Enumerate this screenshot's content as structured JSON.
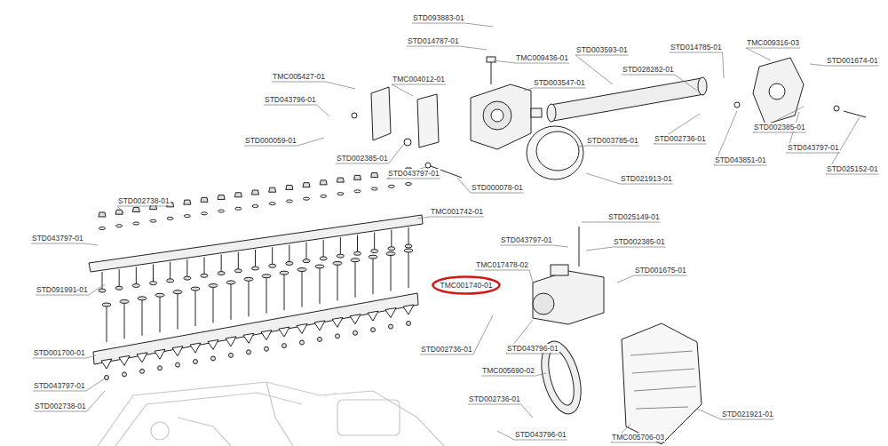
{
  "diagram": {
    "nodes": [
      {
        "text": [
          "TMC001740-01"
        ]
      }
    ],
    "labels": [
      "STD093883-01",
      "STD014787-01",
      "TMC009436-01",
      "STD003593-01",
      "STD014785-01",
      "TMC009316-03",
      "STD001674-01",
      "STD028282-01",
      "TMC005427-01",
      "TMC004012-01",
      "STD003547-01",
      "STD043796-01",
      "STD002385-01",
      "STD002736-01",
      "STD003785-01",
      "STD000059-01",
      "STD043851-01",
      "STD043797-01",
      "STD002385-01",
      "STD043797-01",
      "STD000078-01",
      "STD021913-01",
      "STD025152-01",
      "STD002738-01",
      "TMC001742-01",
      "STD043797-01",
      "STD091991-01",
      "STD001700-01",
      "STD043797-01",
      "STD002738-01",
      "STD025149-01",
      "STD043797-01",
      "STD002385-01",
      "TMC017478-02",
      "STD001675-01",
      "STD002736-01",
      "STD043796-01",
      "TMC005690-02",
      "STD002736-01",
      "STD021921-01",
      "STD043796-01",
      "TMC005706-03"
    ]
  }
}
